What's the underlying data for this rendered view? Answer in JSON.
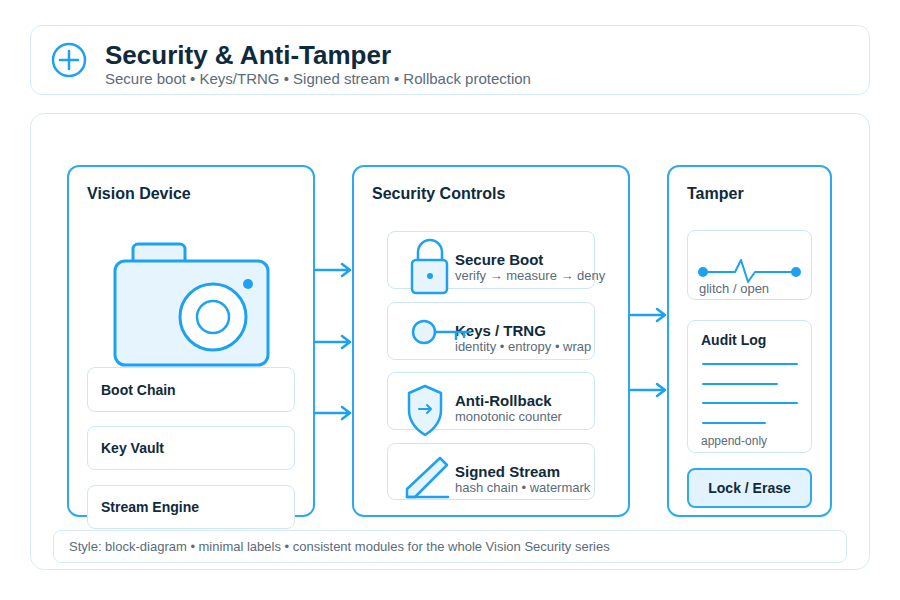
{
  "diagram": {
    "title": "Security & Anti-Tamper",
    "nodes": [
      {
        "text": [
          "Vision Device"
        ]
      },
      {
        "text": [
          "Boot Chain"
        ],
        "in": 0
      },
      {
        "text": [
          "Key Vault"
        ],
        "in": 0
      },
      {
        "text": [
          "Stream Engine"
        ],
        "in": 0
      },
      {
        "text": [
          "Security Controls"
        ]
      },
      {
        "text": [
          "Secure Boot",
          "verify → measure → deny"
        ],
        "in": 4
      },
      {
        "text": [
          "Keys / TRNG",
          "identity • entropy • wrap"
        ],
        "in": 4
      },
      {
        "text": [
          "Anti-Rollback",
          "monotonic counter"
        ],
        "in": 4
      },
      {
        "text": [
          "Signed Stream",
          "hash chain • watermark"
        ],
        "in": 4
      },
      {
        "text": [
          "Tamper"
        ]
      },
      {
        "text": [
          "glitch / open"
        ],
        "in": 9
      },
      {
        "text": [
          "Audit Log",
          "append-only"
        ],
        "in": 9
      },
      {
        "text": [
          "Lock / Erase"
        ],
        "in": 9
      },
      {
        "text": [
          "Style: block-diagram • minimal labels • consistent modules for the whole Vision Security series"
        ]
      }
    ],
    "edges": [
      {
        "from": 0,
        "to": 4,
        "arrow": "to"
      },
      {
        "from": 0,
        "to": 4,
        "arrow": "to"
      },
      {
        "from": 0,
        "to": 4,
        "arrow": "to"
      },
      {
        "from": 4,
        "to": 9,
        "arrow": "to"
      },
      {
        "from": 4,
        "to": 9,
        "arrow": "to"
      }
    ],
    "labels": [
      "Secure boot • Keys/TRNG • Signed stream • Rollback protection"
    ]
  }
}
